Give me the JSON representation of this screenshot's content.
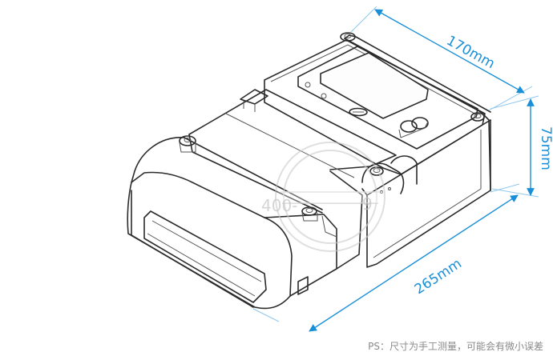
{
  "dimensions": {
    "width_label": "170mm",
    "height_label": "75mm",
    "length_label": "265mm"
  },
  "note": "PS：尺寸为手工测量，可能会有微小误差",
  "watermark": {
    "number": "400-",
    "number_tail": "9"
  },
  "colors": {
    "dimension": "#1a8fd8",
    "outline": "#2b2b2b",
    "note": "#8a8a8a"
  }
}
